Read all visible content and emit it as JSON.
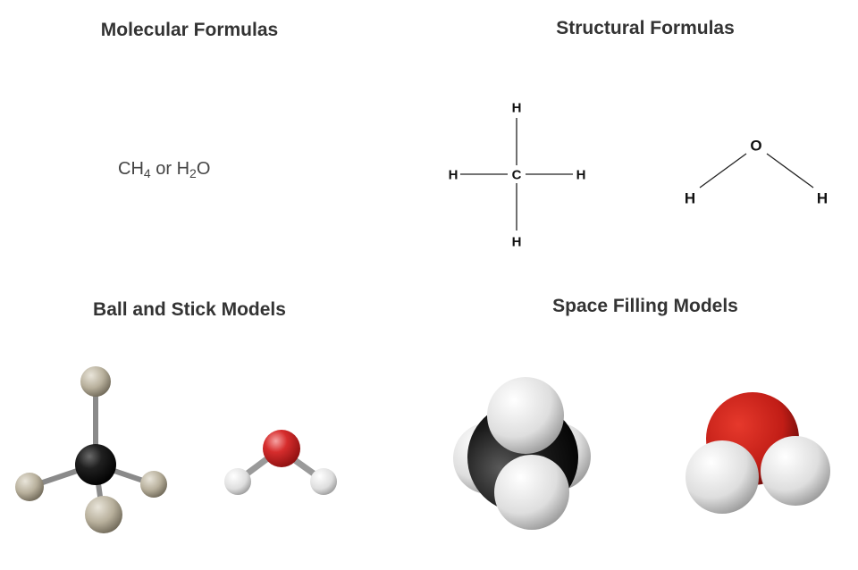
{
  "headings": {
    "molecular": "Molecular Formulas",
    "structural": "Structural Formulas",
    "ball_stick": "Ball and Stick Models",
    "space_filling": "Space Filling Models"
  },
  "formula": {
    "methane_base": "CH",
    "methane_sub": "4",
    "connector": " or ",
    "water_base": "H",
    "water_sub": "2",
    "water_tail": "O"
  },
  "methane_struct": {
    "h_top": "H",
    "h_left": "H",
    "c": "C",
    "h_right": "H",
    "h_bottom": "H"
  },
  "water_struct": {
    "o": "O",
    "h_left": "H",
    "h_right": "H"
  },
  "colors": {
    "carbon": "#1a1a1a",
    "hydrogen_ball": "#b8b09c",
    "oxygen": "#d32a2a",
    "hydrogen_white": "#eeeeee"
  }
}
